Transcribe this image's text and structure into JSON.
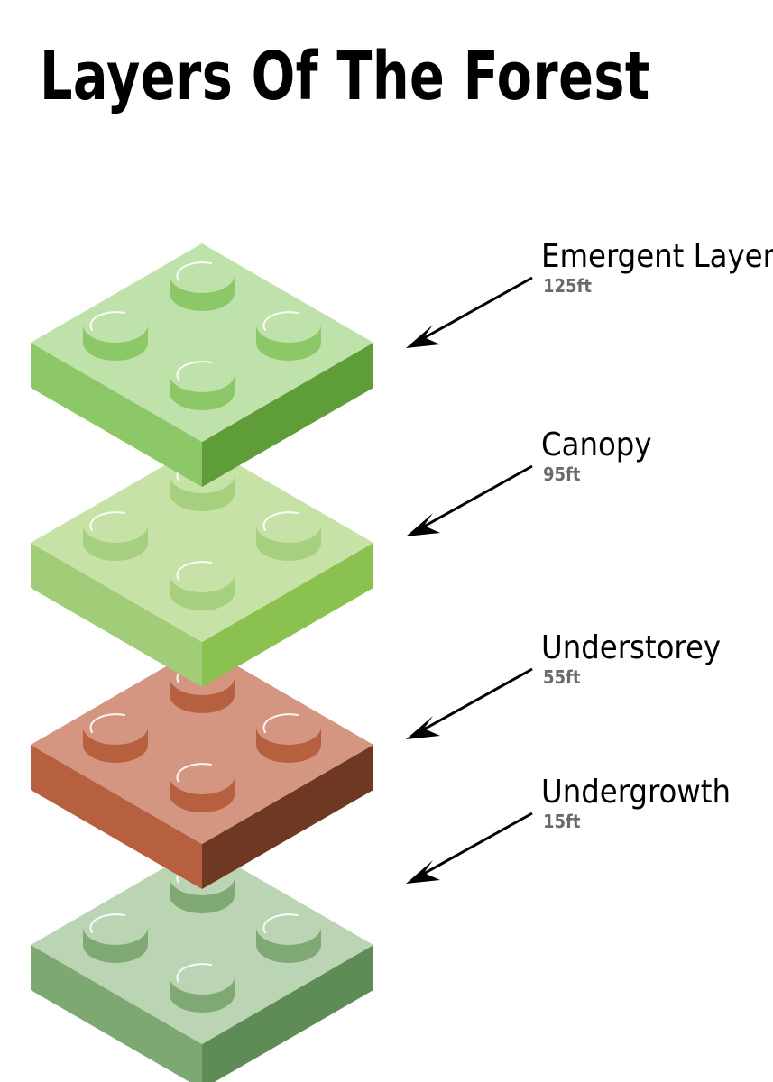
{
  "title": "Layers Of The Forest",
  "layers": [
    {
      "name": "Emergent Layer",
      "height": "125ft",
      "colors": {
        "top": "#bfe1aa",
        "left": "#8cc867",
        "right": "#5e9d38",
        "stud": "#8cc867",
        "studTop": "#bfe1aa"
      }
    },
    {
      "name": "Canopy",
      "height": "95ft",
      "colors": {
        "top": "#c6e2a6",
        "left": "#a2cd78",
        "right": "#8ac14f",
        "stud": "#a6d07d",
        "studTop": "#c6e2a6"
      }
    },
    {
      "name": "Understorey",
      "height": "55ft",
      "colors": {
        "top": "#d49680",
        "left": "#b7603f",
        "right": "#6e3822",
        "stud": "#b7603f",
        "studTop": "#d49680"
      }
    },
    {
      "name": "Undergrowth",
      "height": "15ft",
      "colors": {
        "top": "#bbd4b4",
        "left": "#7da872",
        "right": "#5f8c56",
        "stud": "#7fa875",
        "studTop": "#bbd4b4"
      }
    }
  ],
  "arrow_color": "#000000"
}
